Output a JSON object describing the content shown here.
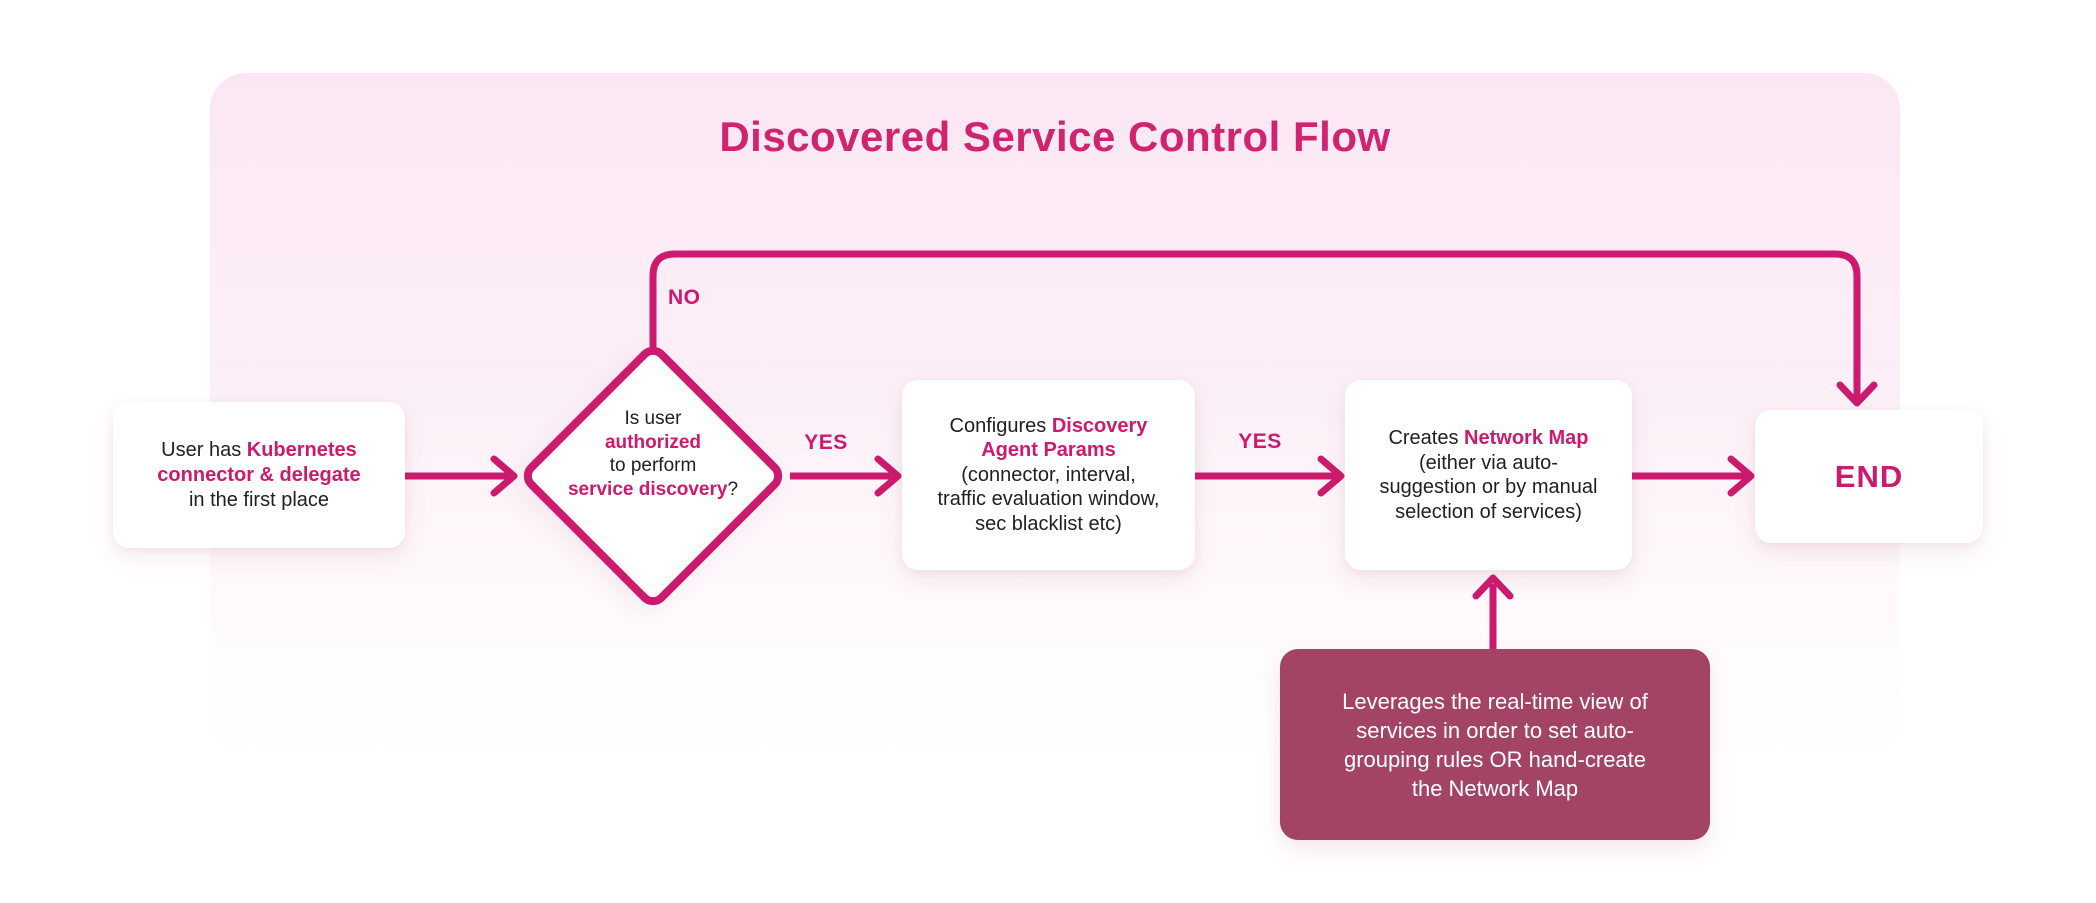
{
  "colors": {
    "accent": "#CC1A6E",
    "title": "#D02470",
    "panel_top": "#FBE7F3",
    "panel_bottom": "#FFFFFF",
    "node_text": "#1E1F23",
    "note_bg": "#A34464",
    "note_text": "#FFFFFF"
  },
  "title": "Discovered Service Control Flow",
  "edge_labels": {
    "no": "NO",
    "yes_authorized": "YES",
    "yes_configured": "YES"
  },
  "nodes": {
    "start": {
      "segments": [
        {
          "t": "User has "
        },
        {
          "t": "Kubernetes",
          "a": true
        },
        {
          "br": true
        },
        {
          "t": "connector & delegate",
          "a": true
        },
        {
          "br": true
        },
        {
          "t": "in the first place"
        }
      ]
    },
    "decision": {
      "segments": [
        {
          "t": "Is user"
        },
        {
          "br": true
        },
        {
          "t": "authorized",
          "a": true
        },
        {
          "br": true
        },
        {
          "t": "to perform"
        },
        {
          "br": true
        },
        {
          "t": "service discovery",
          "a": true
        },
        {
          "t": "?"
        }
      ]
    },
    "configure": {
      "segments": [
        {
          "t": "Configures "
        },
        {
          "t": "Discovery",
          "a": true
        },
        {
          "br": true
        },
        {
          "t": "Agent Params",
          "a": true
        },
        {
          "br": true
        },
        {
          "t": "(connector, interval,"
        },
        {
          "br": true
        },
        {
          "t": "traffic evaluation window,"
        },
        {
          "br": true
        },
        {
          "t": "sec blacklist etc)"
        }
      ]
    },
    "create_map": {
      "segments": [
        {
          "t": "Creates "
        },
        {
          "t": "Network Map",
          "a": true
        },
        {
          "br": true
        },
        {
          "t": "(either via auto-"
        },
        {
          "br": true
        },
        {
          "t": "suggestion or by manual"
        },
        {
          "br": true
        },
        {
          "t": "selection of services)"
        }
      ]
    },
    "end": {
      "label": "END"
    },
    "note": {
      "segments": [
        {
          "t": "Leverages the real-time view of"
        },
        {
          "br": true
        },
        {
          "t": "services in order to set auto-"
        },
        {
          "br": true
        },
        {
          "t": "grouping rules OR hand-create"
        },
        {
          "br": true
        },
        {
          "t": "the Network Map"
        }
      ]
    }
  }
}
